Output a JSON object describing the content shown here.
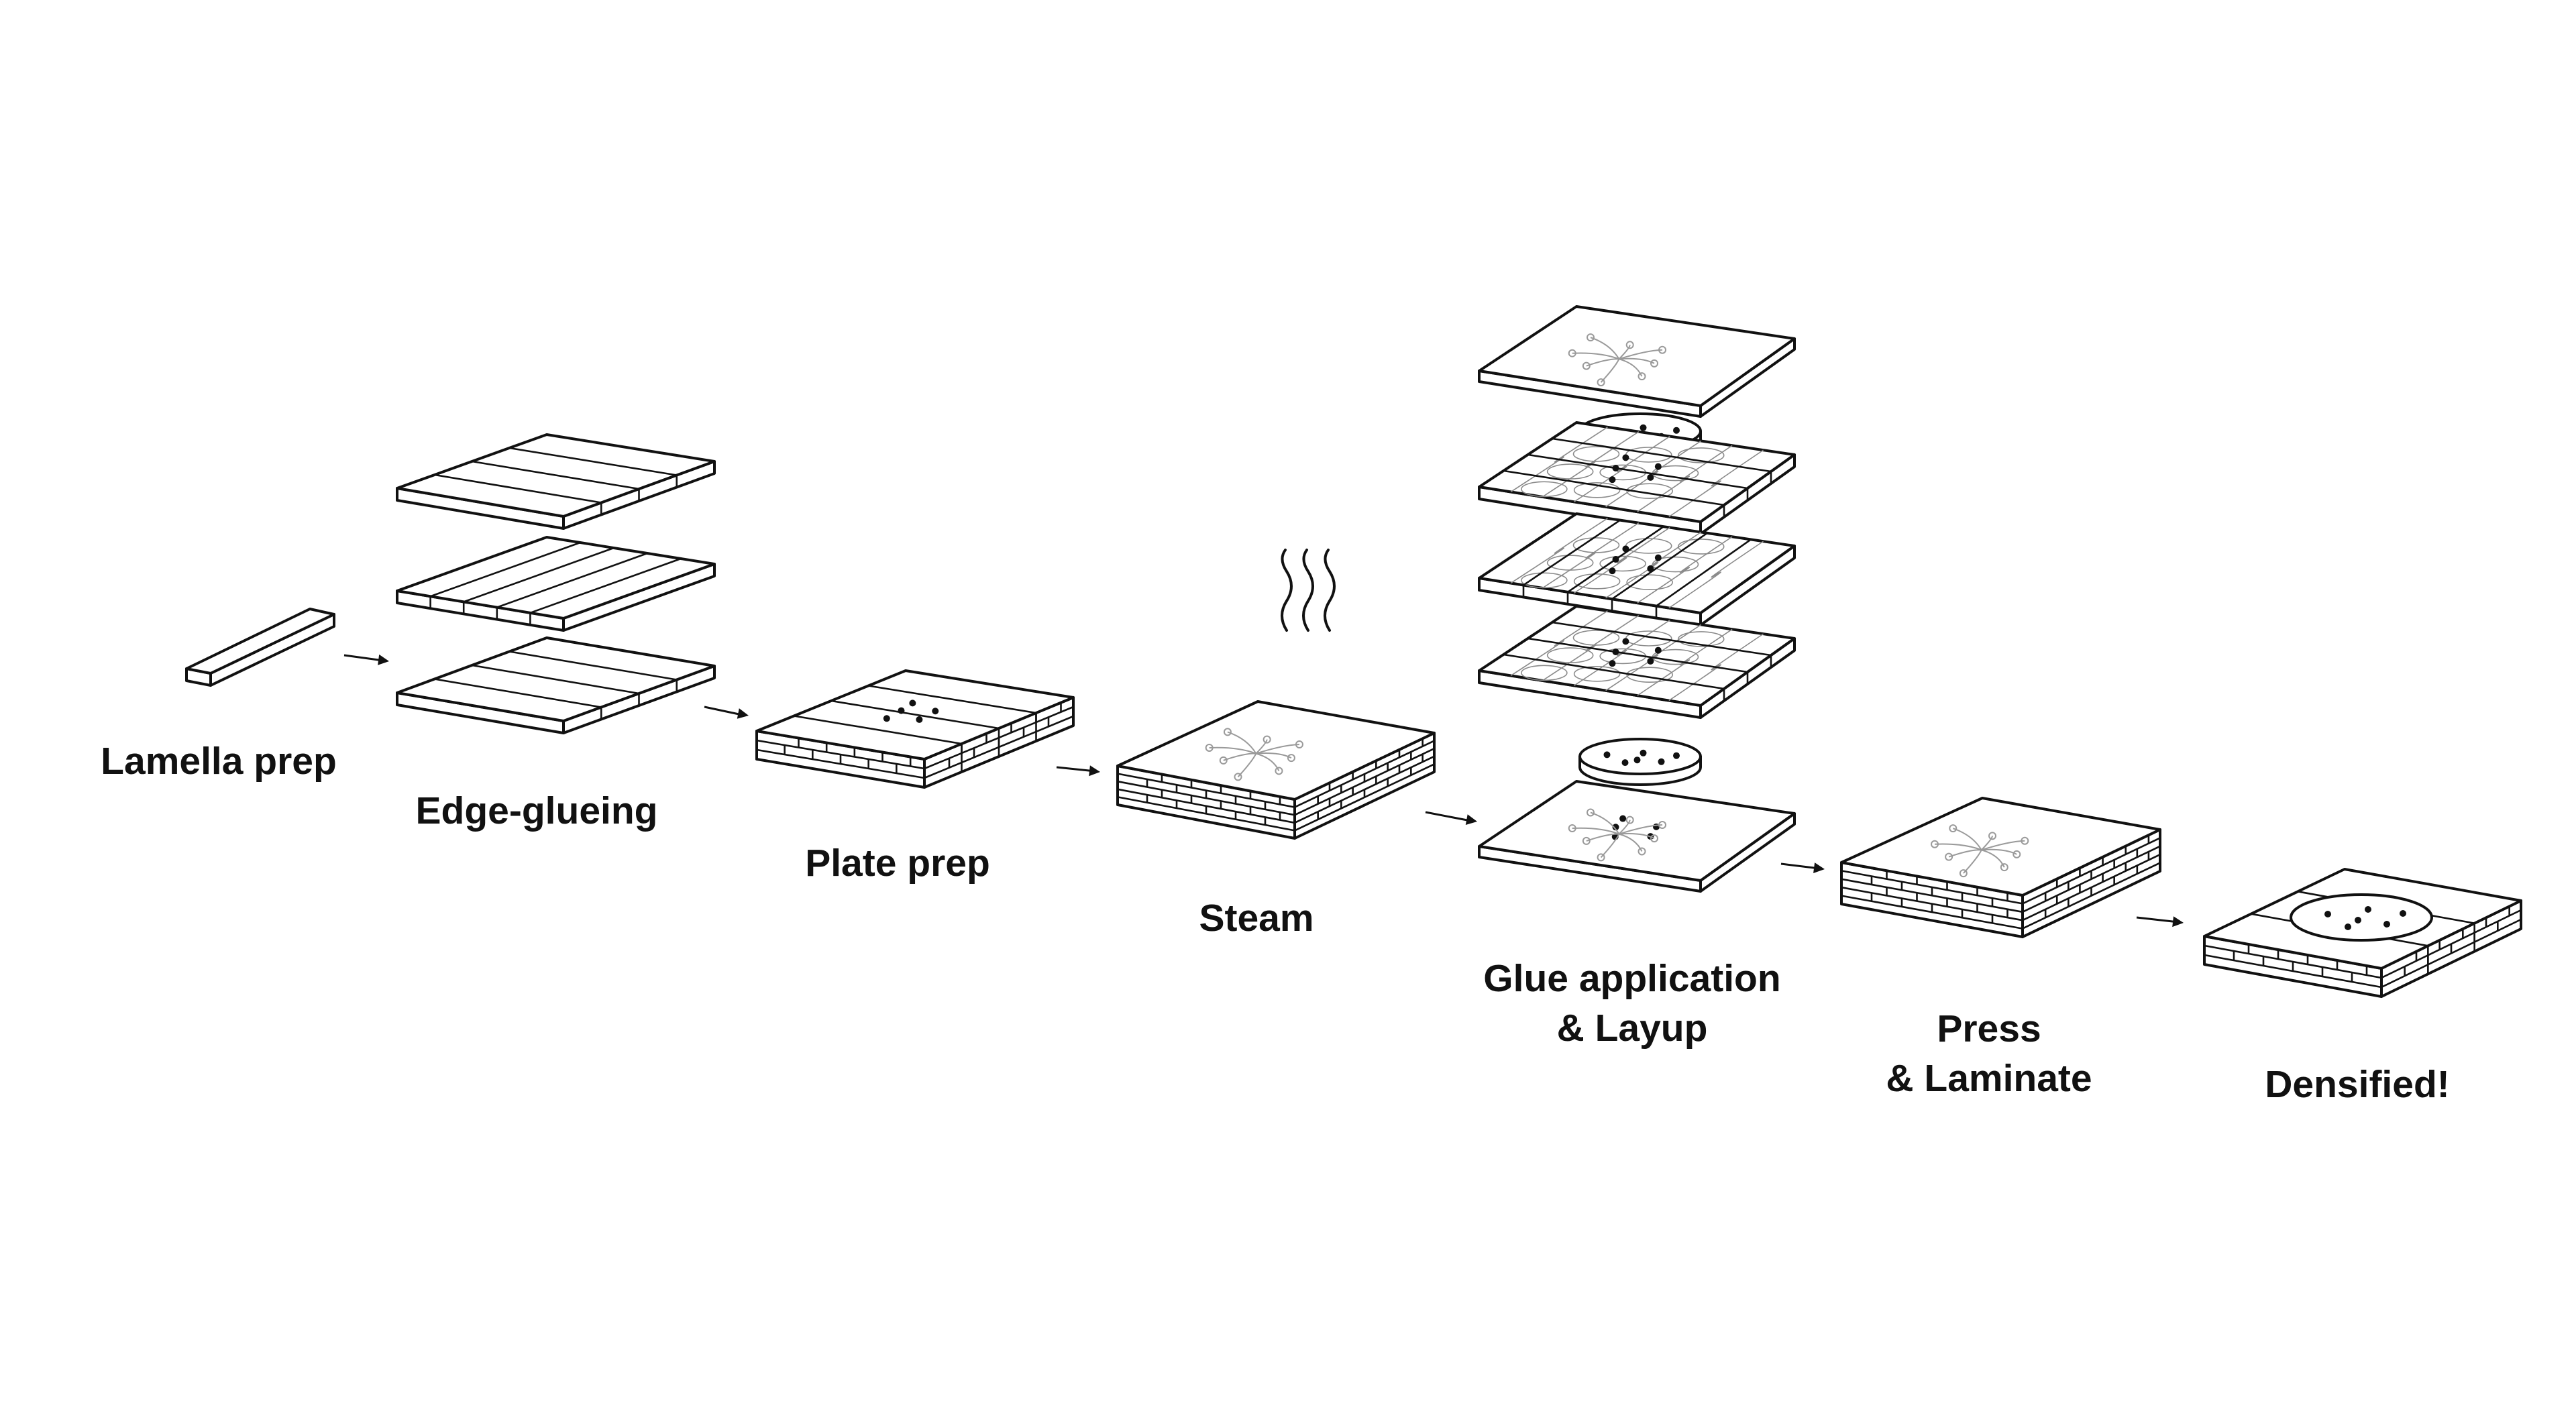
{
  "diagram": {
    "steps": [
      {
        "id": "lamella-prep",
        "lines": [
          "Lamella prep"
        ]
      },
      {
        "id": "edge-glueing",
        "lines": [
          "Edge-glueing"
        ]
      },
      {
        "id": "plate-prep",
        "lines": [
          "Plate prep"
        ]
      },
      {
        "id": "steam",
        "lines": [
          "Steam"
        ]
      },
      {
        "id": "glue-application",
        "lines": [
          "Glue application",
          "& Layup"
        ]
      },
      {
        "id": "press-laminate",
        "lines": [
          "Press",
          "& Laminate"
        ]
      },
      {
        "id": "densified",
        "lines": [
          "Densified!"
        ]
      }
    ],
    "ink_color": "#111111",
    "background_color": "#ffffff"
  }
}
